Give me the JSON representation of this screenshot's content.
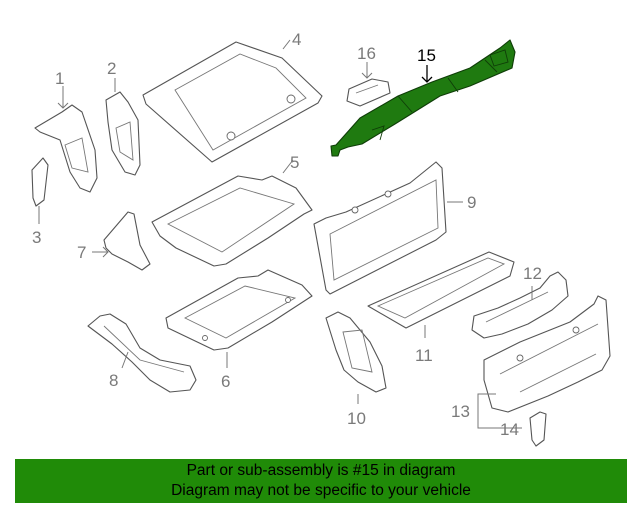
{
  "highlighted_part": "15",
  "colors": {
    "highlight": "#1f7a10",
    "banner": "#208b08",
    "line": "#555555",
    "callout": "#7a7a7a"
  },
  "callouts": {
    "c1": "1",
    "c2": "2",
    "c3": "3",
    "c4": "4",
    "c5": "5",
    "c6": "6",
    "c7": "7",
    "c8": "8",
    "c9": "9",
    "c10": "10",
    "c11": "11",
    "c12": "12",
    "c13": "13",
    "c14": "14",
    "c15": "15",
    "c16": "16"
  },
  "footer": {
    "line1": "Part or sub-assembly is #15 in diagram",
    "line2": "Diagram may not be specific to your vehicle"
  }
}
